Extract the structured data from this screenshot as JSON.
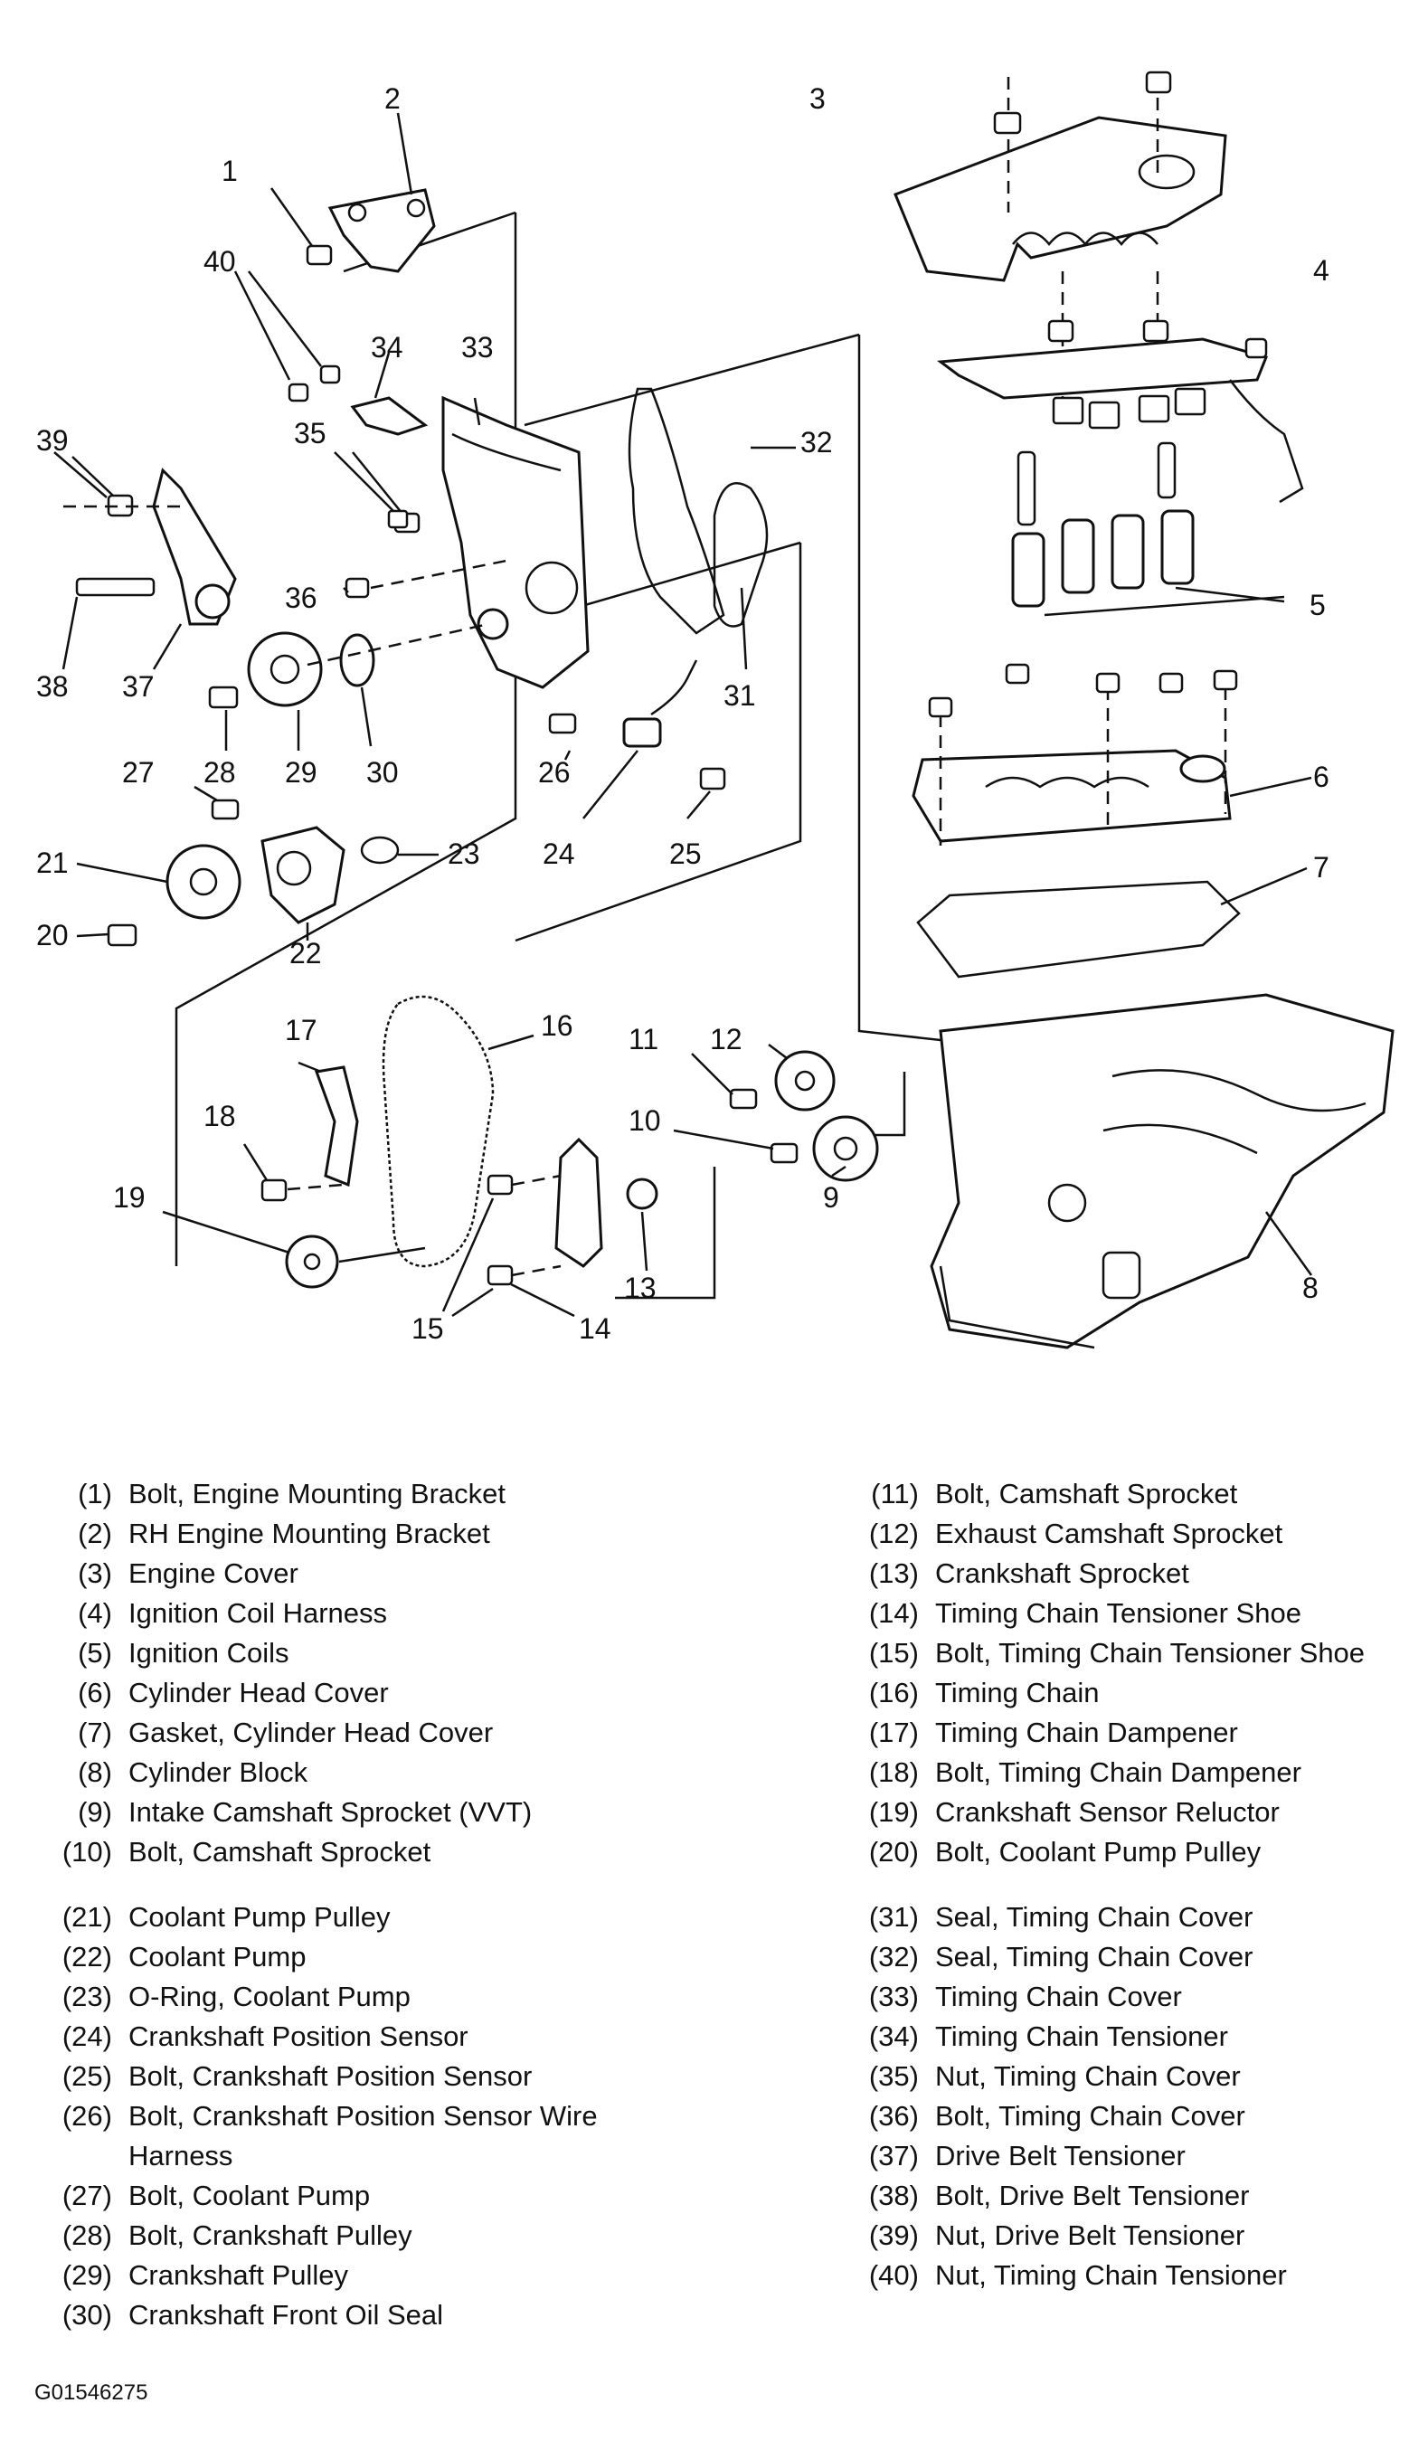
{
  "callouts": [
    "1",
    "2",
    "3",
    "4",
    "5",
    "6",
    "7",
    "8",
    "9",
    "10",
    "11",
    "12",
    "13",
    "14",
    "15",
    "16",
    "17",
    "18",
    "19",
    "20",
    "21",
    "22",
    "23",
    "24",
    "25",
    "26",
    "27",
    "28",
    "29",
    "30",
    "31",
    "32",
    "33",
    "34",
    "35",
    "36",
    "37",
    "38",
    "39",
    "40"
  ],
  "legend": {
    "left_a": [
      {
        "num": "(1)",
        "text": "Bolt, Engine Mounting Bracket"
      },
      {
        "num": "(2)",
        "text": "RH Engine Mounting Bracket"
      },
      {
        "num": "(3)",
        "text": "Engine Cover"
      },
      {
        "num": "(4)",
        "text": "Ignition Coil Harness"
      },
      {
        "num": "(5)",
        "text": "Ignition Coils"
      },
      {
        "num": "(6)",
        "text": "Cylinder Head Cover"
      },
      {
        "num": "(7)",
        "text": "Gasket, Cylinder Head Cover"
      },
      {
        "num": "(8)",
        "text": "Cylinder Block"
      },
      {
        "num": "(9)",
        "text": "Intake Camshaft Sprocket (VVT)"
      },
      {
        "num": "(10)",
        "text": "Bolt, Camshaft Sprocket"
      }
    ],
    "left_b": [
      {
        "num": "(21)",
        "text": "Coolant Pump Pulley"
      },
      {
        "num": "(22)",
        "text": "Coolant Pump"
      },
      {
        "num": "(23)",
        "text": "O-Ring, Coolant Pump"
      },
      {
        "num": "(24)",
        "text": "Crankshaft Position Sensor"
      },
      {
        "num": "(25)",
        "text": "Bolt, Crankshaft Position Sensor"
      },
      {
        "num": "(26)",
        "text": "Bolt, Crankshaft Position Sensor Wire Harness"
      },
      {
        "num": "(27)",
        "text": "Bolt, Coolant Pump"
      },
      {
        "num": "(28)",
        "text": "Bolt, Crankshaft Pulley"
      },
      {
        "num": "(29)",
        "text": "Crankshaft Pulley"
      },
      {
        "num": "(30)",
        "text": "Crankshaft Front Oil Seal"
      }
    ],
    "right_a": [
      {
        "num": "(11)",
        "text": "Bolt, Camshaft Sprocket"
      },
      {
        "num": "(12)",
        "text": "Exhaust Camshaft Sprocket"
      },
      {
        "num": "(13)",
        "text": "Crankshaft Sprocket"
      },
      {
        "num": "(14)",
        "text": "Timing Chain Tensioner Shoe"
      },
      {
        "num": "(15)",
        "text": "Bolt, Timing Chain Tensioner Shoe"
      },
      {
        "num": "(16)",
        "text": "Timing Chain"
      },
      {
        "num": "(17)",
        "text": "Timing Chain Dampener"
      },
      {
        "num": "(18)",
        "text": "Bolt, Timing Chain Dampener"
      },
      {
        "num": "(19)",
        "text": "Crankshaft Sensor Reluctor"
      },
      {
        "num": "(20)",
        "text": "Bolt, Coolant Pump Pulley"
      }
    ],
    "right_b": [
      {
        "num": "(31)",
        "text": "Seal, Timing Chain Cover"
      },
      {
        "num": "(32)",
        "text": "Seal, Timing Chain Cover"
      },
      {
        "num": "(33)",
        "text": "Timing Chain Cover"
      },
      {
        "num": "(34)",
        "text": "Timing Chain Tensioner"
      },
      {
        "num": "(35)",
        "text": "Nut, Timing Chain Cover"
      },
      {
        "num": "(36)",
        "text": "Bolt, Timing Chain Cover"
      },
      {
        "num": "(37)",
        "text": "Drive Belt Tensioner"
      },
      {
        "num": "(38)",
        "text": "Bolt, Drive Belt Tensioner"
      },
      {
        "num": "(39)",
        "text": "Nut, Drive Belt Tensioner"
      },
      {
        "num": "(40)",
        "text": "Nut, Timing Chain Tensioner"
      }
    ]
  },
  "figure_id": "G01546275"
}
